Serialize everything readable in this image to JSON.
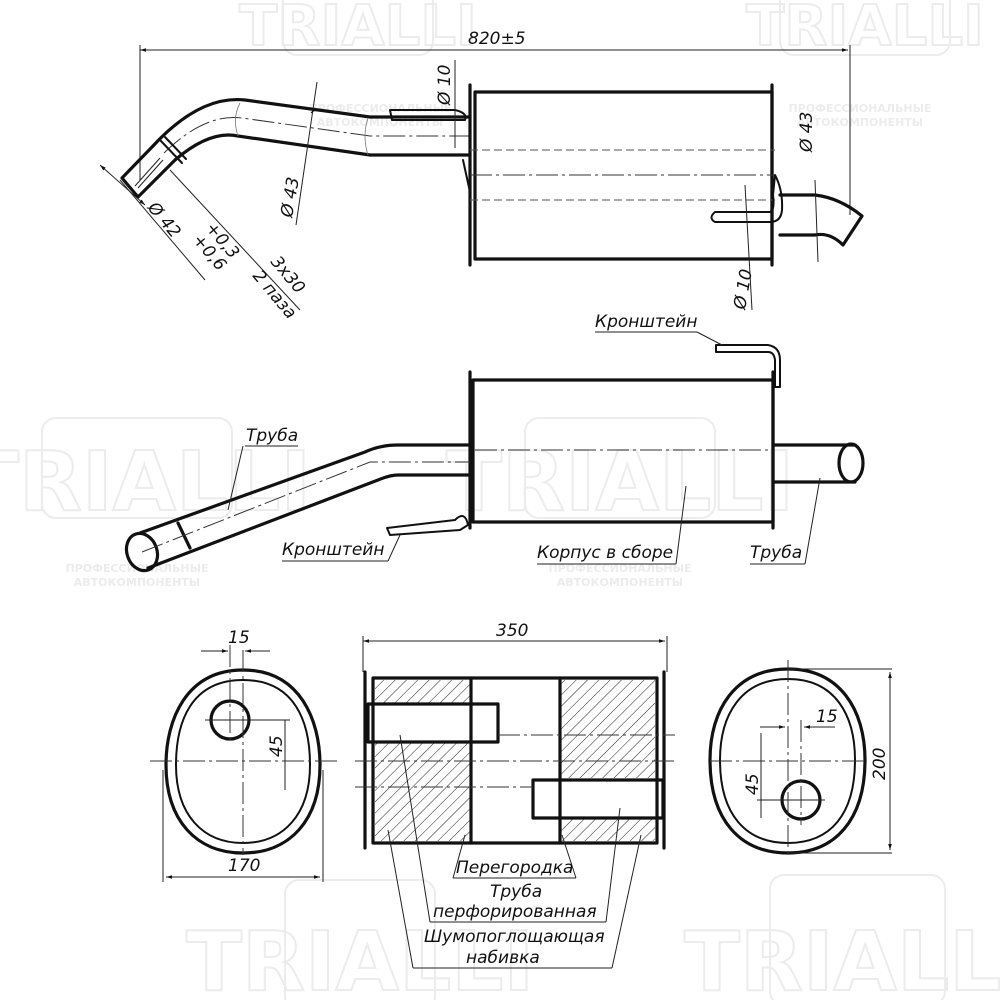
{
  "watermark": {
    "brand": "TRIALLI",
    "tagline_1": "ПРОФЕССИОНАЛЬНЫЕ",
    "tagline_2": "АВТОКОМПОНЕНТЫ"
  },
  "top_view": {
    "overall_length": "820±5",
    "inlet_pipe_diameter": "Ø 43",
    "inlet_end_diameter": "Ø 42",
    "inlet_end_tol_upper": "+0,3",
    "inlet_end_tol_lower": "+0,6",
    "slot_spec": "3x30",
    "slot_count": "2 паза",
    "bracket_left_diameter": "Ø 10",
    "bracket_right_diameter": "Ø 10",
    "outlet_pipe_diameter": "Ø 43"
  },
  "side_view": {
    "labels": {
      "bracket_top": "Кронштейн",
      "pipe_inlet": "Труба",
      "bracket_bottom": "Кронштейн",
      "body_assembly": "Корпус в сборе",
      "pipe_outlet": "Труба"
    }
  },
  "section_views": {
    "left_end": {
      "width": "170",
      "offset_x": "15",
      "offset_y": "45"
    },
    "body_section": {
      "length": "350",
      "labels": {
        "baffle": "Перегородка",
        "perforated_pipe_1": "Труба",
        "perforated_pipe_2": "перфорированная",
        "packing_1": "Шумопоглощающая",
        "packing_2": "набивка"
      }
    },
    "right_end": {
      "height": "200",
      "offset_x": "15",
      "offset_y": "45"
    }
  }
}
